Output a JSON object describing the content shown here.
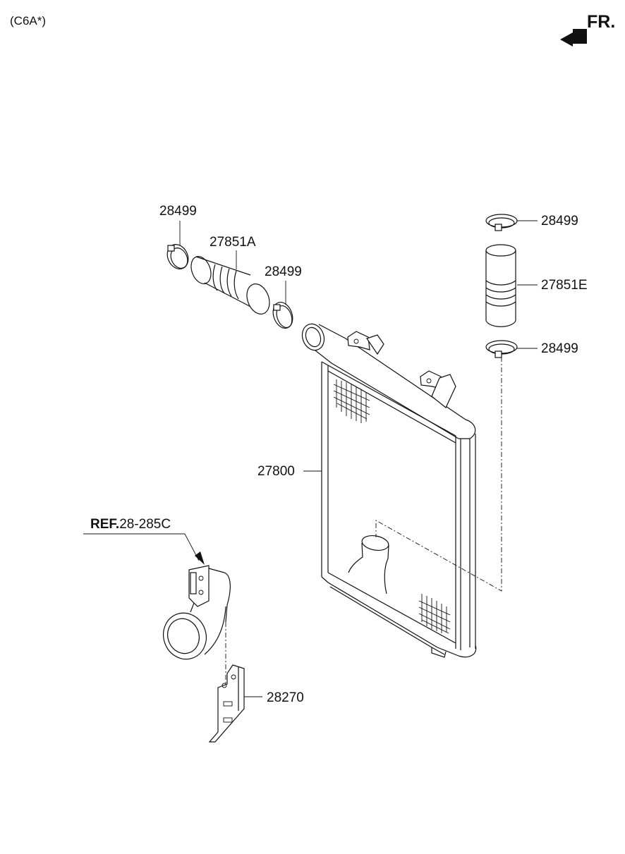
{
  "header": {
    "variant_code": "(C6A*)",
    "direction_label": "FR."
  },
  "callouts": {
    "clamp_top_left": "28499",
    "hose_left": "27851A",
    "clamp_mid_left": "28499",
    "clamp_top_right": "28499",
    "hose_right": "27851E",
    "clamp_lower_right": "28499",
    "intercooler": "27800",
    "ref_prefix": "REF.",
    "ref_number": "28-285C",
    "bracket": "28270"
  },
  "icons": {
    "direction_arrow": "arrow-left-icon"
  }
}
